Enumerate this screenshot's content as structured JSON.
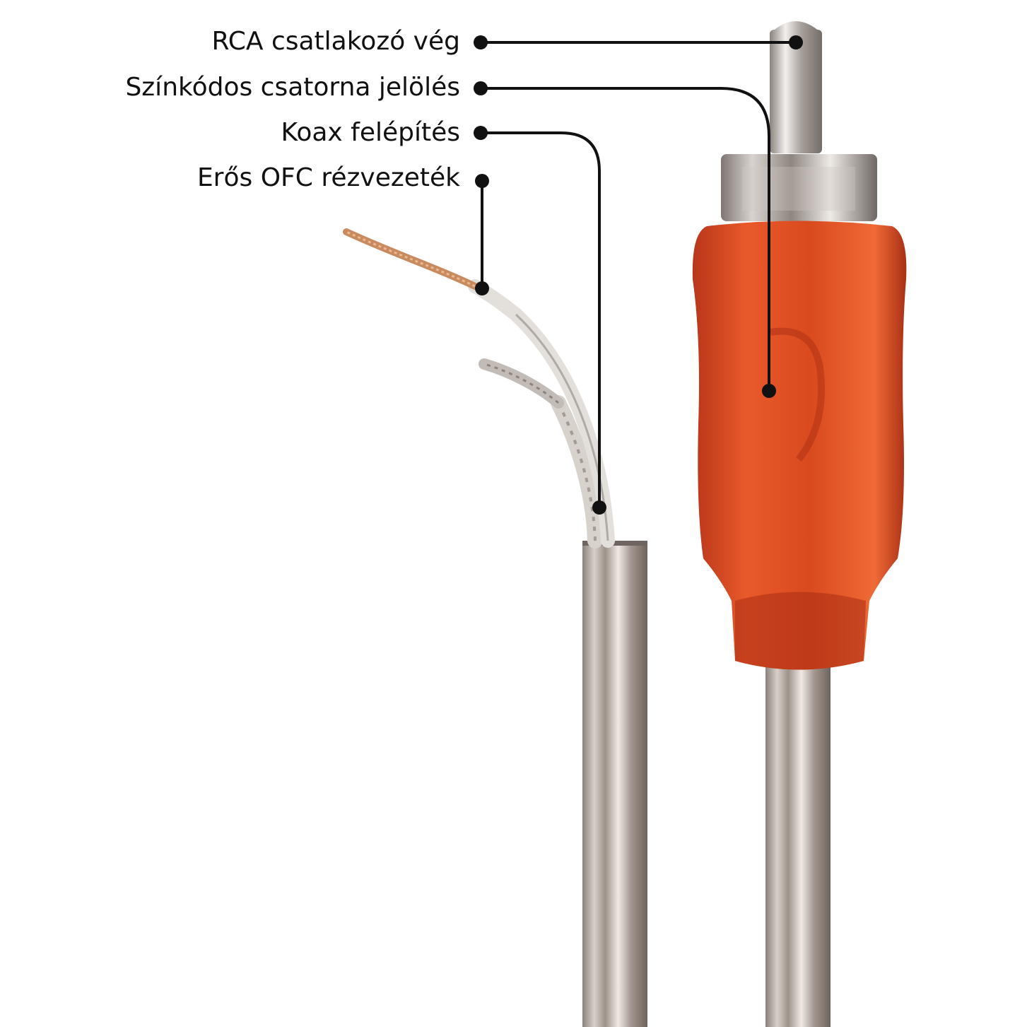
{
  "callouts": [
    {
      "label": "RCA csatlakozó vég"
    },
    {
      "label": "Színkódos csatorna jelölés"
    },
    {
      "label": "Koax felépítés"
    },
    {
      "label": "Erős OFC rézvezeték"
    }
  ],
  "colors": {
    "leader": "#111111",
    "plug_body": "#d8471a",
    "chrome": "#b9b3ad",
    "copper": "#c98a5e"
  }
}
